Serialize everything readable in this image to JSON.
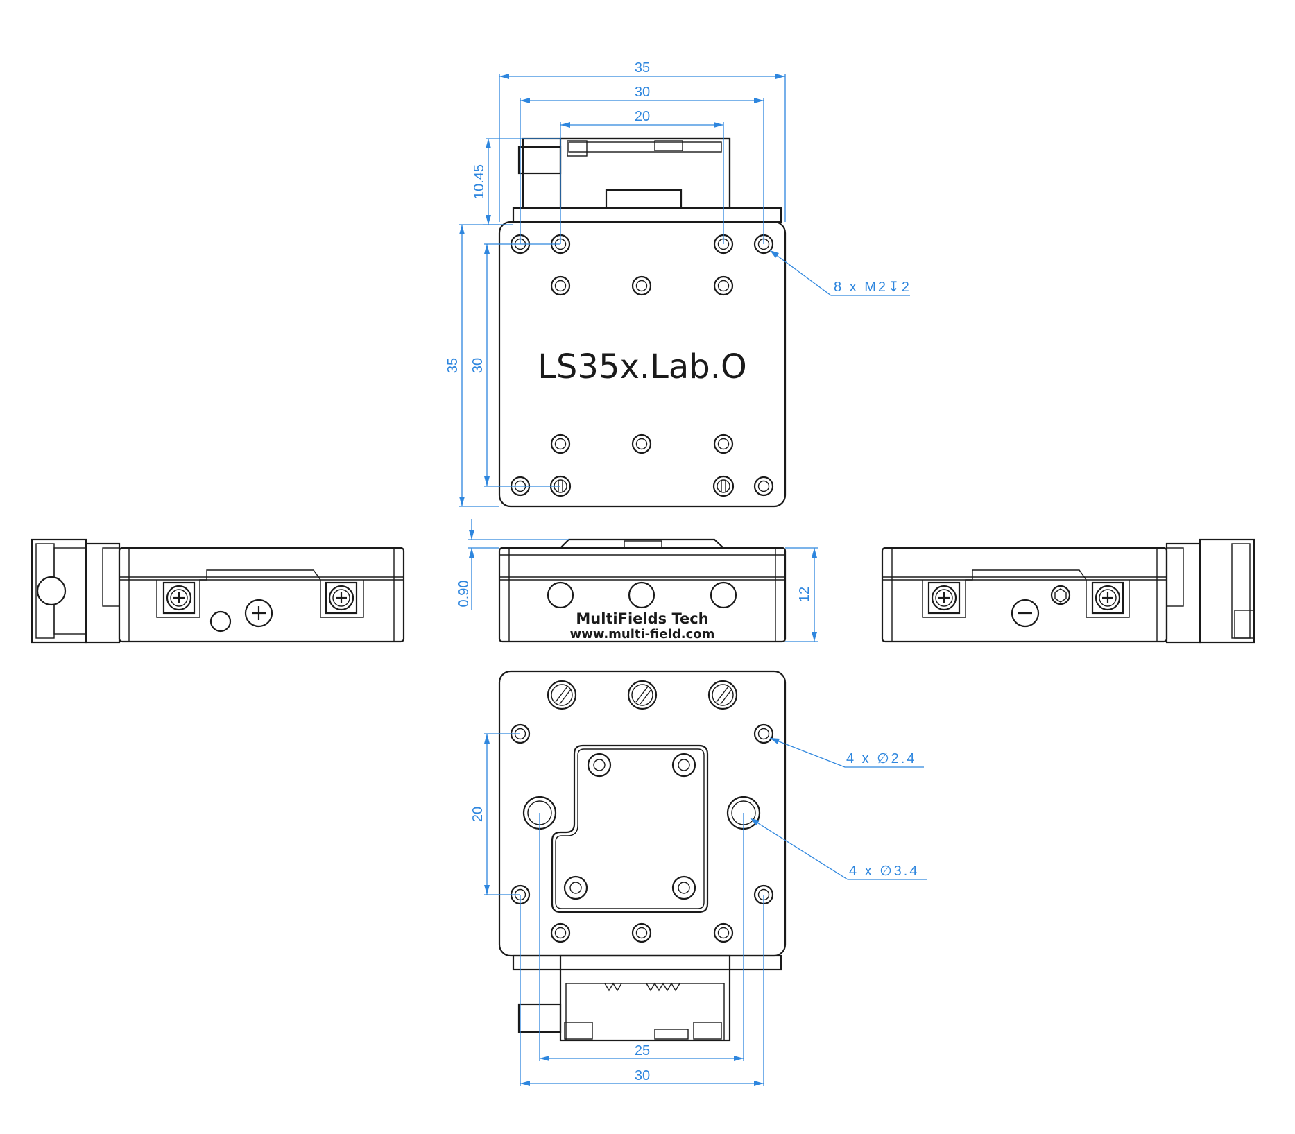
{
  "product": {
    "model_name": "LS35x.Lab.O",
    "brand_name": "MultiFields Tech",
    "brand_url": "www.multi-field.com"
  },
  "dimensions": {
    "top_width_overall": "35",
    "top_width_holes": "30",
    "top_width_motor": "20",
    "motor_protrusion": "10.45",
    "top_height_overall": "35",
    "top_height_holes": "30",
    "side_offset": "0.90",
    "side_height": "12",
    "bottom_hole_spacing": "20",
    "bottom_width_inner": "25",
    "bottom_width_holes": "30"
  },
  "callouts": {
    "top_holes": "8 x M2↧2",
    "bottom_holes_small": "4 x ∅2.4",
    "bottom_holes_large": "4 x ∅3.4"
  },
  "polarity": {
    "left_symbol": "+",
    "right_symbol": "−"
  },
  "colors": {
    "dimension": "#2e86de",
    "outline": "#1a1a1a"
  }
}
